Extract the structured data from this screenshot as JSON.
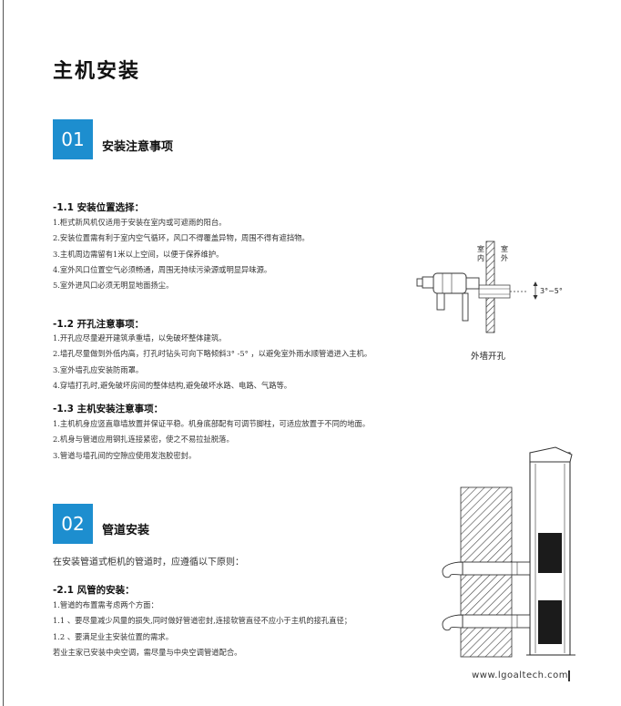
{
  "page_title": "主机安装",
  "section1": {
    "number": "01",
    "title": "安装注意事项",
    "sub1": {
      "title": "-1.1  安装位置选择：",
      "items": [
        "1.柜式新风机仅适用于安装在室内或可遮雨的阳台。",
        "2.安装位置需有利于室内空气循环，风口不得覆盖异物，周围不得有遮挡物。",
        "3.主机周边需留有1米以上空间，以便于保养维护。",
        "4.室外风口位置空气必须畅通，周围无持续污染源或明显异味源。",
        "5.室外进风口必须无明显地面扬尘。"
      ]
    },
    "sub2": {
      "title": "-1.2  开孔注意事项：",
      "items": [
        "1.开孔应尽量避开建筑承重墙，以免破坏整体建筑。",
        "2.墙孔尽量做到外低内高，打孔时钻头可向下略倾斜3° -5° ，以避免室外雨水顺管道进入主机。",
        "3.室外墙孔应安装防雨罩。",
        "4.穿墙打孔时,避免破坏房间的整体结构,避免破坏水路、电路、气路等。"
      ]
    },
    "sub3": {
      "title": "-1.3  主机安装注意事项：",
      "items": [
        "1.主机机身应竖直靠墙放置并保证平稳。机身底部配有可调节脚柱，可适应放置于不同的地面。",
        "2.机身与管道应用钢扎连接紧密，使之不易拉扯脱落。",
        "3.管道与墙孔间的空隙应使用发泡胶密封。"
      ]
    },
    "figure": {
      "indoor_label": "室内",
      "outdoor_label": "室外",
      "angle_label": "3°~5°",
      "caption": "外墙开孔"
    }
  },
  "section2": {
    "number": "02",
    "title": "管道安装",
    "intro": "在安装管道式柜机的管道时，应遵循以下原则：",
    "sub1": {
      "title": "-2.1  风管的安装：",
      "items": [
        "1.管道的布置需考虑两个方面：",
        "  1.1  、要尽量减少风量的损失,同时做好管道密封,连接软管直径不应小于主机的接孔直径；",
        "  1.2  、要满足业主安装位置的需求。",
        "  若业主家已安装中央空调，需尽量与中央空调管道配合。"
      ]
    }
  },
  "footer": {
    "url": "www.lgoaltech.com"
  },
  "colors": {
    "accent": "#1d8ecf"
  }
}
